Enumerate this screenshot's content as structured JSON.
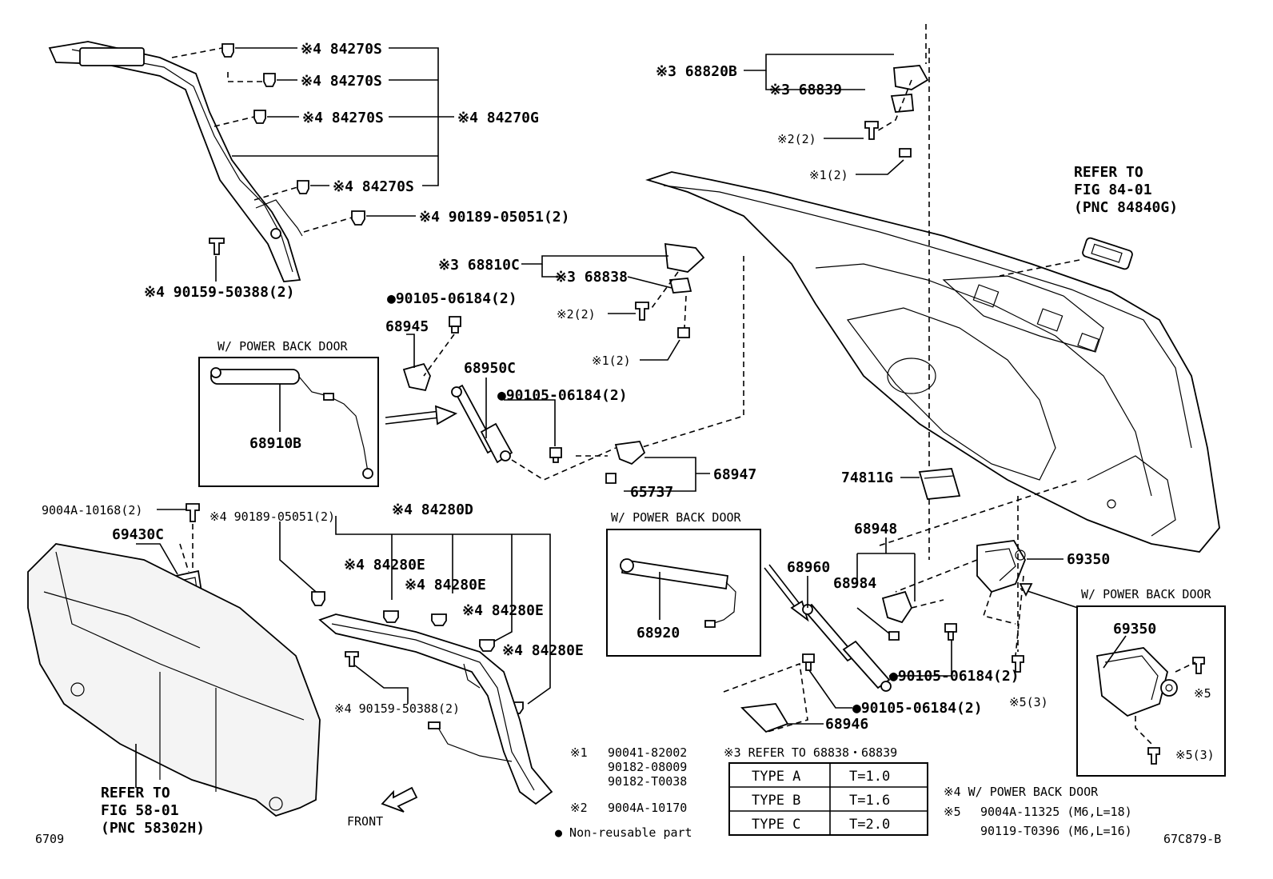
{
  "labels": {
    "p_84270S_1": "※4 84270S",
    "p_84270S_2": "※4 84270S",
    "p_84270S_3": "※4 84270S",
    "p_84270G": "※4 84270G",
    "p_84270S_4": "※4 84270S",
    "p_90189_top": "※4 90189-05051(2)",
    "p_90159_top": "※4 90159-50388(2)",
    "p_68820B": "※3 68820B",
    "p_68839": "※3 68839",
    "p_x2_top": "※2(2)",
    "p_x1_top": "※1(2)",
    "refer_84_line1": "REFER TO",
    "refer_84_line2": "FIG 84-01",
    "refer_84_line3": "(PNC 84840G)",
    "p_68810C": "※3 68810C",
    "p_68838": "※3 68838",
    "p_90105_a": "●90105-06184(2)",
    "p_68945": "68945",
    "p_x2_mid": "※2(2)",
    "p_x1_mid": "※1(2)",
    "box1_title": "W/ POWER BACK DOOR",
    "p_68910B": "68910B",
    "p_68950C": "68950C",
    "p_90105_b": "●90105-06184(2)",
    "p_68947": "68947",
    "p_65737": "65737",
    "p_74811G": "74811G",
    "p_9004A_10168": "9004A-10168(2)",
    "p_90189_mid": "※4 90189-05051(2)",
    "p_84280D": "※4 84280D",
    "p_69430C": "69430C",
    "p_84280E_1": "※4 84280E",
    "p_84280E_2": "※4 84280E",
    "p_84280E_3": "※4 84280E",
    "p_84280E_4": "※4 84280E",
    "p_90159_bot": "※4 90159-50388(2)",
    "box2_title": "W/ POWER BACK DOOR",
    "p_68920": "68920",
    "p_68948": "68948",
    "p_68960": "68960",
    "p_68984": "68984",
    "p_69350": "69350",
    "box3_title": "W/ POWER BACK DOOR",
    "p_69350_box": "69350",
    "p_x5_box1": "※5",
    "p_x5_box2": "※5(3)",
    "p_90105_c": "●90105-06184(2)",
    "p_90105_d": "●90105-06184(2)",
    "p_x5_mid": "※5(3)",
    "p_68946": "68946",
    "refer_58_line1": "REFER TO",
    "refer_58_line2": "FIG 58-01",
    "refer_58_line3": "(PNC 58302H)",
    "front": "FRONT",
    "page_left": "6709",
    "page_right": "67C879-B"
  },
  "notes": {
    "x1_mark": "※1",
    "x1_parts": [
      "90041-82002",
      "90182-08009",
      "90182-T0038"
    ],
    "x2_mark": "※2",
    "x2_part": "9004A-10170",
    "nonreusable": "● Non-reusable part",
    "x3_text": "※3  REFER TO  68838・68839",
    "x4_text": "※4  W/ POWER BACK DOOR",
    "x5_mark": "※5",
    "x5_line1": "9004A-11325 (M6,L=18)",
    "x5_line2": "90119-T0396 (M6,L=16)"
  },
  "type_table": {
    "rows": [
      {
        "type": "TYPE A",
        "t": "T=1.0"
      },
      {
        "type": "TYPE B",
        "t": "T=1.6"
      },
      {
        "type": "TYPE C",
        "t": "T=2.0"
      }
    ]
  }
}
